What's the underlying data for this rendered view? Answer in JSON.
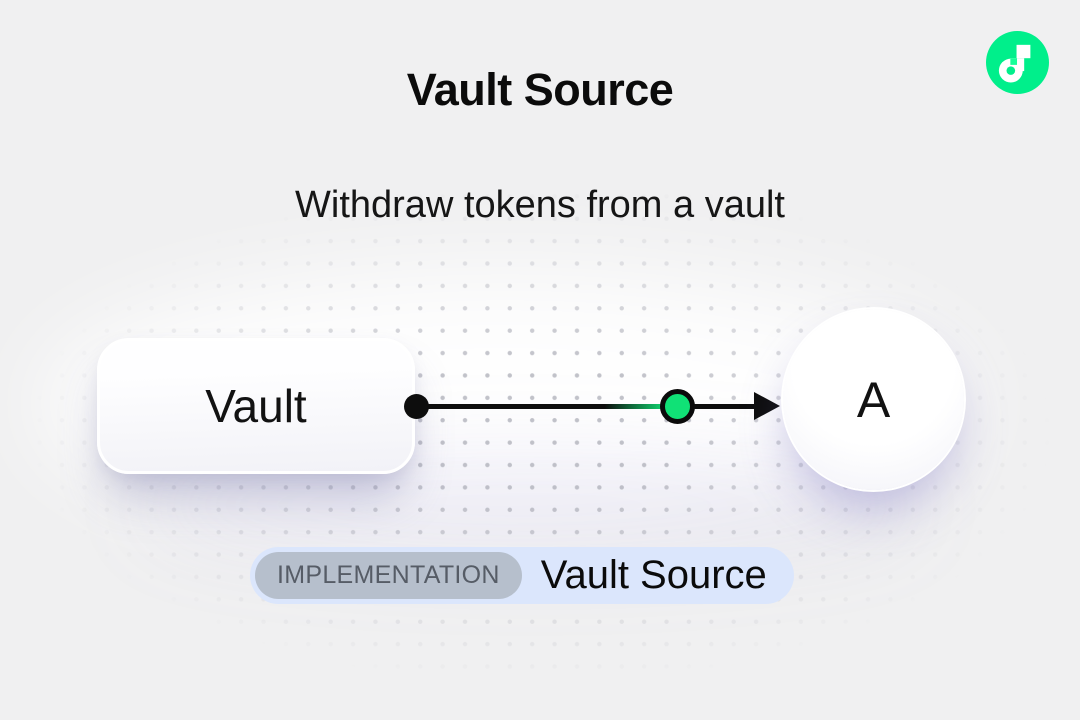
{
  "header": {
    "title": "Vault Source",
    "subtitle": "Withdraw tokens from a vault"
  },
  "logo": {
    "name": "Flow",
    "brand_green": "#00EF8B",
    "mint": "#16FF99",
    "white": "#FFFFFF"
  },
  "diagram": {
    "vault_node": {
      "label": "Vault"
    },
    "account_node": {
      "label": "A"
    },
    "edge": {
      "token_color": "#10E176",
      "line_color": "#0D0D0D"
    }
  },
  "badge": {
    "tag": "IMPLEMENTATION",
    "label": "Vault Source",
    "bg": "#DBE6FC",
    "tag_bg": "#B6BFCC",
    "tag_text_color": "#565C66"
  },
  "colors": {
    "background": "#F0F0F1",
    "dot_grid": "#B2B3BC"
  }
}
